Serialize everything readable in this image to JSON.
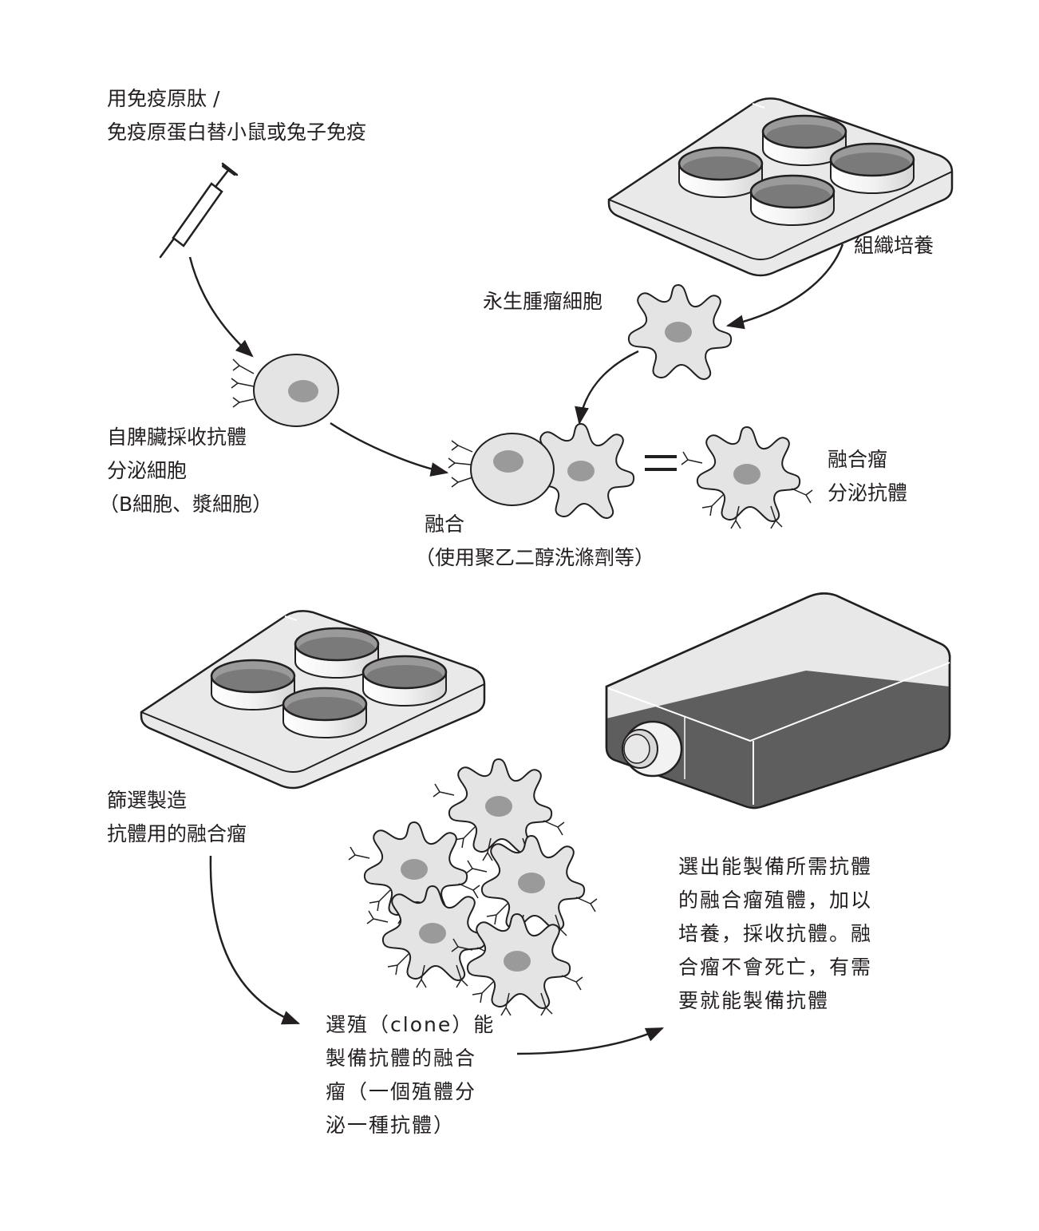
{
  "labels": {
    "immunize": [
      "用免疫原肽 /",
      "免疫原蛋白替小鼠或兔子免疫"
    ],
    "tissue_culture": [
      "組織培養"
    ],
    "myeloma": [
      "永生腫瘤細胞"
    ],
    "b_cells": [
      "自脾臟採收抗體",
      "分泌細胞",
      "（B細胞、漿細胞）"
    ],
    "fusion": [
      "融合",
      "（使用聚乙二醇洗滌劑等）"
    ],
    "hybridoma": [
      "融合瘤",
      "分泌抗體"
    ],
    "screen": [
      "篩選製造",
      "抗體用的融合瘤"
    ],
    "clone": [
      "選殖（clone）能",
      "製備抗體的融合",
      "瘤（一個殖體分",
      "泌一種抗體）"
    ],
    "harvest": [
      "選出能製備所需抗體",
      "的融合瘤殖體，加以",
      "培養，採收抗體。融",
      "合瘤不會死亡，有需",
      "要就能製備抗體"
    ],
    "equals": "="
  },
  "colors": {
    "outline": "#231f20",
    "cell_fill": "#e4e4e4",
    "nucleus": "#9a9a9a",
    "plate_fill": "#e9e9e9",
    "well_liquid": "#7a7a7a",
    "flask_liquid": "#5e5e5e"
  }
}
